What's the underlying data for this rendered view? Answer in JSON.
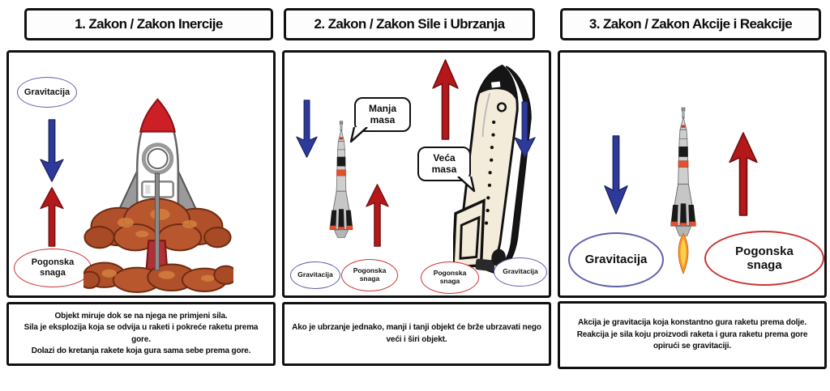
{
  "colors": {
    "arrow_blue": "#2e3a9b",
    "arrow_red": "#b5181a",
    "oval_blue_border": "#5f5fae",
    "oval_red_border": "#cc3333",
    "box_border": "#111111"
  },
  "panels": [
    {
      "header": "1. Zakon / Zakon Inercije",
      "gravity_label": "Gravitacija",
      "thrust_label": "Pogonska snaga",
      "description": [
        "Objekt miruje dok se na njega ne primjeni sila.",
        "Sila je eksplozija koja se odvija u raketi i pokreće raketu prema gore.",
        "Dolazi do kretanja rakete koja gura sama sebe prema gore."
      ]
    },
    {
      "header": "2. Zakon / Zakon Sile i Ubrzanja",
      "small_mass_label": "Manja masa",
      "large_mass_label": "Veća masa",
      "gravity_label": "Gravitacija",
      "thrust_label": "Pogonska snaga",
      "description": [
        "Ako je ubrzanje jednako, manji i tanji objekt će brže ubrzavati nego veći i širi objekt."
      ]
    },
    {
      "header": "3. Zakon / Zakon Akcije i Reakcije",
      "gravity_label": "Gravitacija",
      "thrust_label": "Pogonska snaga",
      "description": [
        "Akcija je gravitacija koja konstantno gura raketu prema dolje.",
        "Reakcija je sila koju proizvodi raketa i gura raketu prema gore opirući se gravitaciji."
      ]
    }
  ]
}
